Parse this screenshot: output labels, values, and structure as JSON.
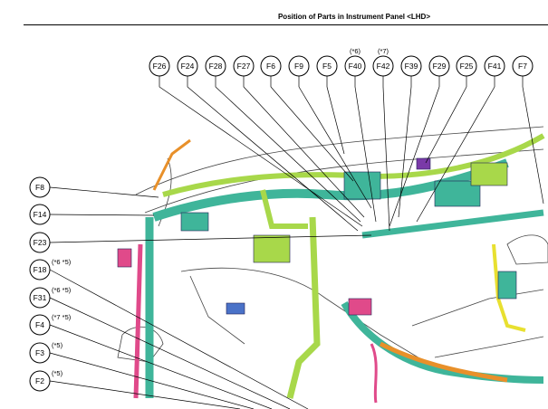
{
  "title": "Position of Parts in Instrument Panel <LHD>",
  "colors": {
    "harness_green": "#a8d84a",
    "harness_teal": "#3fb59a",
    "harness_pink": "#e04a8a",
    "harness_orange": "#e8902a",
    "harness_yellow": "#e8e030",
    "harness_blue": "#4a72c8"
  },
  "top_callouts": [
    {
      "id": "F26",
      "note": ""
    },
    {
      "id": "F24",
      "note": ""
    },
    {
      "id": "F28",
      "note": ""
    },
    {
      "id": "F27",
      "note": ""
    },
    {
      "id": "F6",
      "note": ""
    },
    {
      "id": "F9",
      "note": ""
    },
    {
      "id": "F5",
      "note": ""
    },
    {
      "id": "F40",
      "note": "(*6)"
    },
    {
      "id": "F42",
      "note": "(*7)"
    },
    {
      "id": "F39",
      "note": ""
    },
    {
      "id": "F29",
      "note": ""
    },
    {
      "id": "F25",
      "note": ""
    },
    {
      "id": "F41",
      "note": ""
    },
    {
      "id": "F7",
      "note": ""
    }
  ],
  "left_callouts": [
    {
      "id": "F8",
      "note": ""
    },
    {
      "id": "F14",
      "note": ""
    },
    {
      "id": "F23",
      "note": ""
    },
    {
      "id": "F18",
      "note": "(*6 *5)"
    },
    {
      "id": "F31",
      "note": "(*6 *5)"
    },
    {
      "id": "F4",
      "note": "(*7 *5)"
    },
    {
      "id": "F3",
      "note": "(*5)"
    },
    {
      "id": "F2",
      "note": "(*5)"
    }
  ]
}
